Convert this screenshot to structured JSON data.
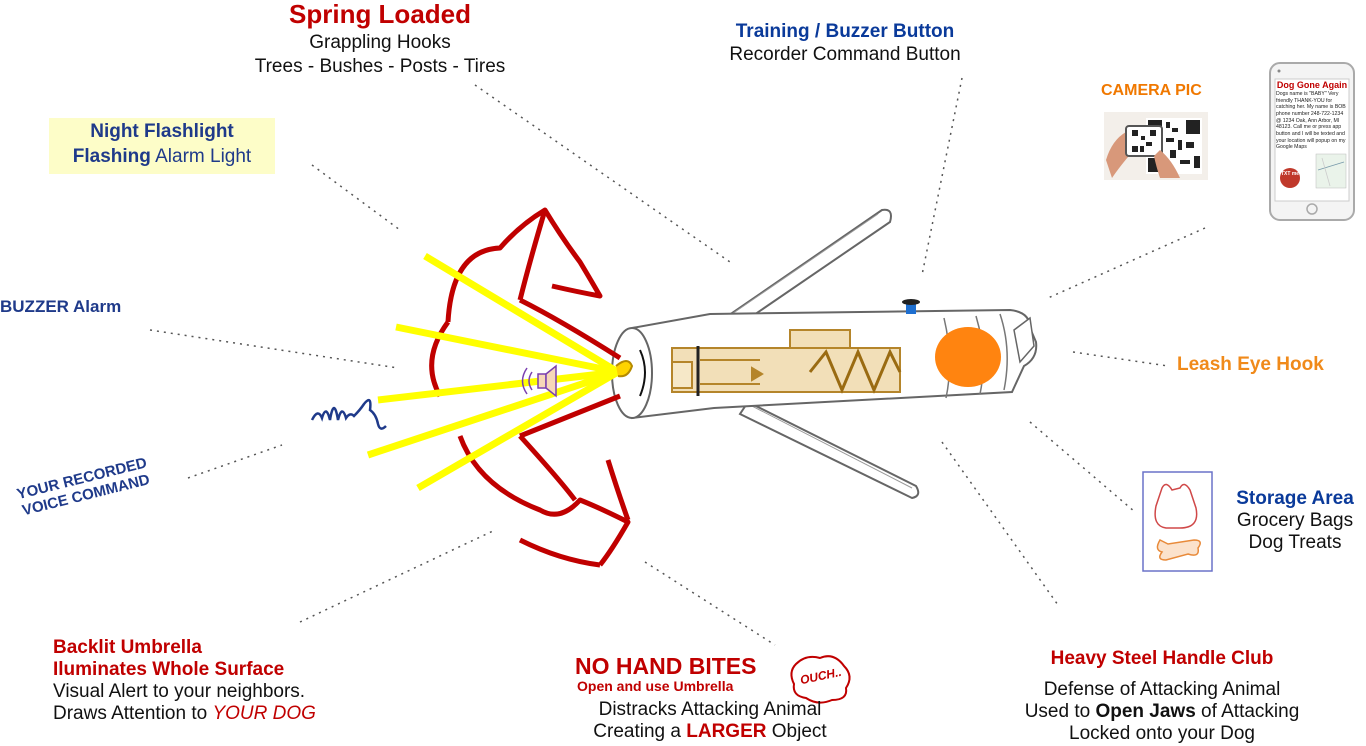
{
  "spring": {
    "title": "Spring Loaded",
    "line1": "Grappling Hooks",
    "line2": "Trees - Bushes - Posts - Tires"
  },
  "training": {
    "title": "Training / Buzzer Button",
    "line1": "Recorder Command Button"
  },
  "camera": {
    "title": "CAMERA PIC"
  },
  "phone": {
    "header": "Dog Gone Again",
    "message": "Dogs name is \"BABY\" Very friendly THANK-YOU for catching her. My name is BOB phone number 248-722-1234 @ 1234 Oak, Ann Arbor, MI 48123. Call me or press app button and I will be texted and your location will popup on my Google Maps",
    "button": "TXT me"
  },
  "night": {
    "line1": "Night Flashlight",
    "line2_bold": "Flashing",
    "line2_rest": " Alarm Light"
  },
  "buzzer": {
    "title": "BUZZER Alarm"
  },
  "voice": {
    "line1": "YOUR RECORDED",
    "line2": "VOICE COMMAND"
  },
  "leash": {
    "title": "Leash Eye Hook"
  },
  "storage": {
    "title": "Storage Area",
    "line1": "Grocery Bags",
    "line2": "Dog Treats"
  },
  "umbrella": {
    "line1": "Backlit Umbrella",
    "line2": "Iluminates Whole  Surface",
    "line3": "Visual Alert to your neighbors.",
    "line4_a": "Draws Attention to ",
    "line4_b": "YOUR DOG"
  },
  "bites": {
    "title": "NO HAND BITES",
    "subtitle": "Open and use Umbrella",
    "line1": "Distracks Attacking Animal",
    "line2_a": "Creating a ",
    "line2_b": "LARGER",
    "line2_c": " Object",
    "ouch": "OUCH.."
  },
  "club": {
    "title": "Heavy Steel Handle Club",
    "line1": "Defense of Attacking Animal",
    "line2_a": "Used to ",
    "line2_b": "Open Jaws",
    "line2_c": " of Attacking",
    "line3": "Locked onto your Dog"
  },
  "colors": {
    "red": "#c00000",
    "navy": "#1f3a8a",
    "orange": "#f07800",
    "yellow": "#ffff00",
    "gold": "#c8962a",
    "blue": "#1e6fd0"
  }
}
